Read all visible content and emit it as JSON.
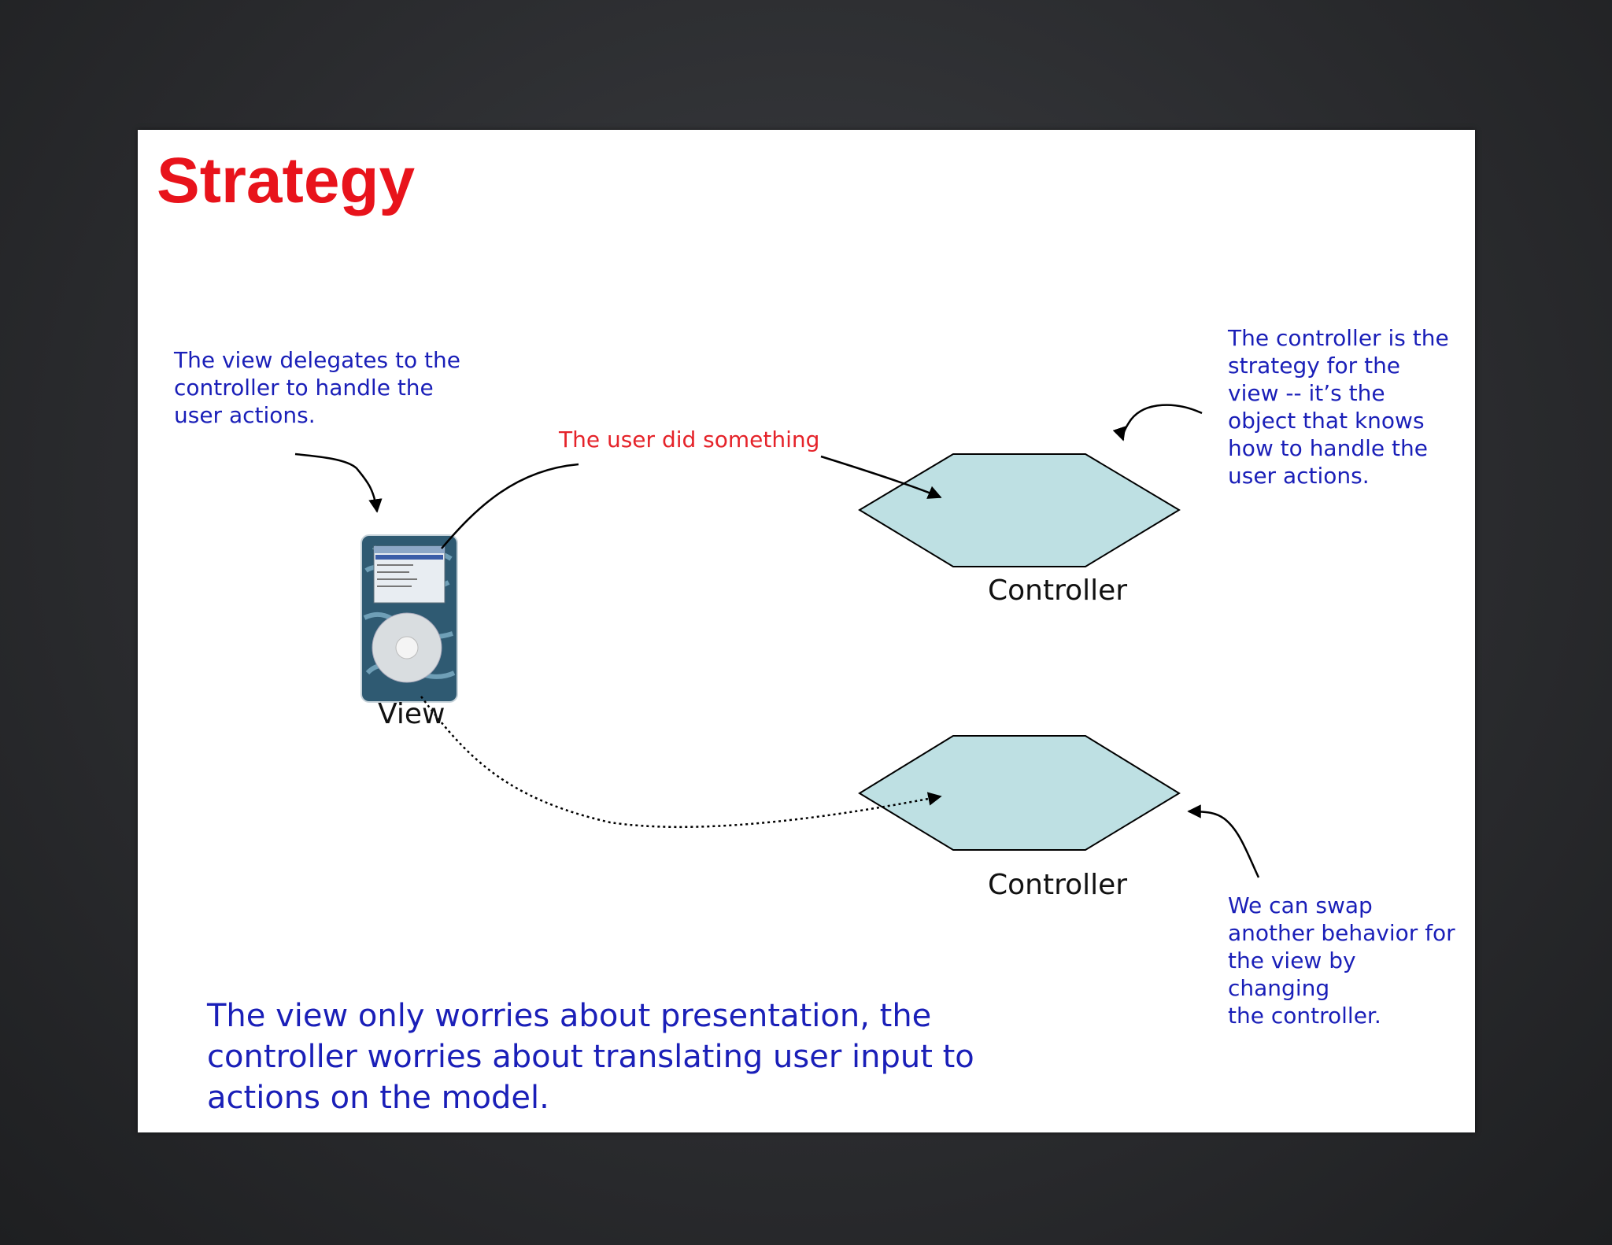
{
  "slide": {
    "title": "Strategy"
  },
  "notes": {
    "view_delegates": "The view delegates to the\ncontroller to handle the\nuser actions.",
    "controller_strategy": "The controller is the\nstrategy for the\nview  -- it’s the\nobject that knows\nhow to handle the\nuser actions.",
    "swap_behavior": "We can swap\nanother behavior for\nthe view by changing\nthe controller."
  },
  "edges": {
    "user_action": "The user did something"
  },
  "nodes": {
    "view": "View",
    "controller_1": "Controller",
    "controller_2": "Controller"
  },
  "summary": "The view only worries about presentation, the controller worries about translating user input to actions on the model.",
  "colors": {
    "title": "#e8131b",
    "annotation": "#1a1fb8",
    "edge_label": "#e5232a",
    "controller_fill": "#bee0e3",
    "device_body": "#2f5a72"
  },
  "icons": {
    "view_device": "ipod-icon"
  }
}
